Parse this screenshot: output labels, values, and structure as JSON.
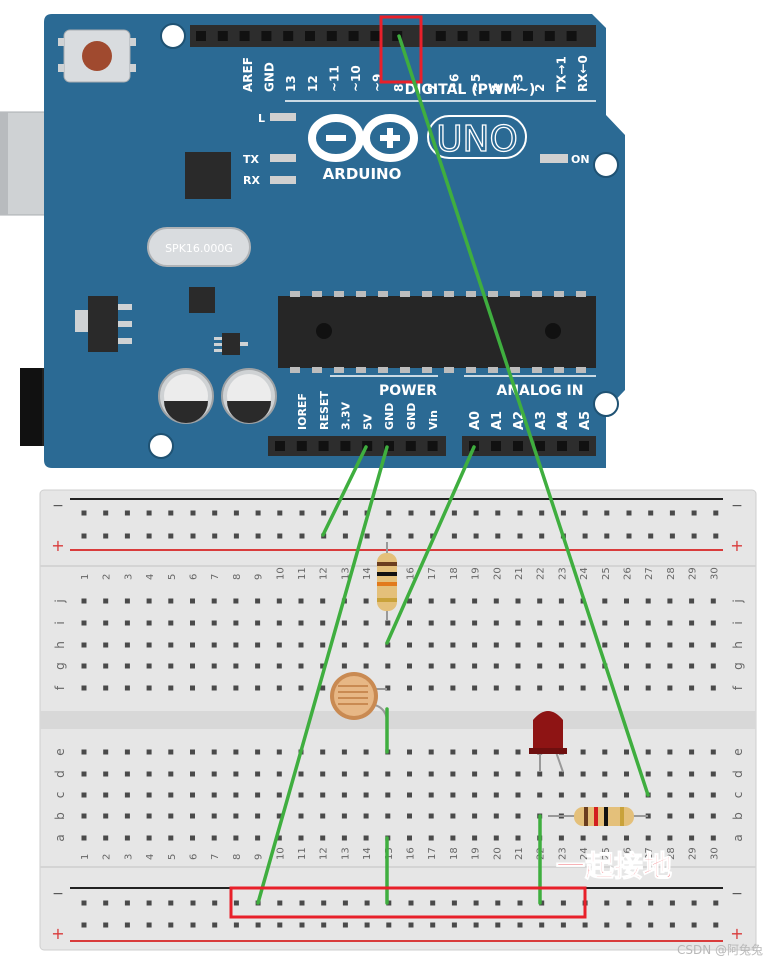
{
  "board": {
    "brand": "ARDUINO",
    "model": "UNO",
    "crystal": "SPK16.000G",
    "digital_title": "DIGITAL (PWM~)",
    "digital_pins": [
      "AREF",
      "GND",
      "13",
      "12",
      "~11",
      "~10",
      "~9",
      "8",
      "7",
      "~6",
      "~5",
      "4",
      "~3",
      "2",
      "TX→1",
      "RX←0"
    ],
    "led_labels": [
      "L",
      "TX",
      "RX"
    ],
    "on_label": "ON",
    "power_title": "POWER",
    "power_pins": [
      "IOREF",
      "RESET",
      "3.3V",
      "5V",
      "GND",
      "GND",
      "Vin"
    ],
    "analog_title": "ANALOG IN",
    "analog_pins": [
      "A0",
      "A1",
      "A2",
      "A3",
      "A4",
      "A5"
    ],
    "colors": {
      "board": "#2b6a94",
      "board_dark": "#1f5273",
      "header": "#2d2d2d",
      "chip": "#2a2a2a"
    }
  },
  "breadboard": {
    "columns": [
      "1",
      "2",
      "3",
      "4",
      "5",
      "6",
      "7",
      "8",
      "9",
      "10",
      "11",
      "12",
      "13",
      "14",
      "15",
      "16",
      "17",
      "18",
      "19",
      "20",
      "21",
      "22",
      "23",
      "24",
      "25",
      "26",
      "27",
      "28",
      "29",
      "30"
    ],
    "rows_top": [
      "j",
      "i",
      "h",
      "g",
      "f"
    ],
    "rows_bottom": [
      "e",
      "d",
      "c",
      "b",
      "a"
    ],
    "rail_minus": "−",
    "rail_plus": "+",
    "colors": {
      "body": "#e6e6e6",
      "hole": "#4a4a4a",
      "rail_red": "#d93b3b",
      "rail_black": "#222222"
    }
  },
  "annotation": {
    "text": "一起接地",
    "color": "#e8202a"
  },
  "watermark": "CSDN @阿兔兔",
  "wire_color": "#3fae3f"
}
